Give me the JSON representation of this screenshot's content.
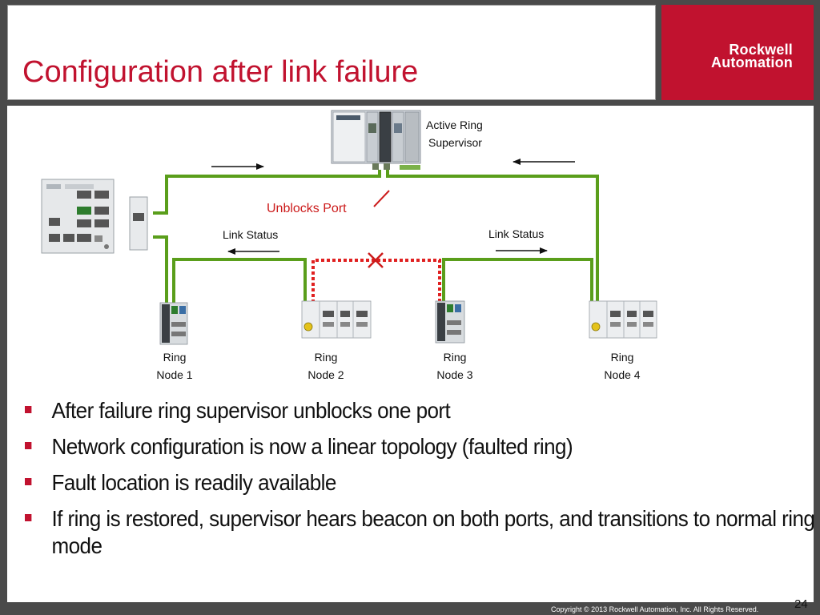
{
  "slide": {
    "title": "Configuration after link failure",
    "number": "24",
    "copyright": "Copyright  © 2013 Rockwell Automation, Inc. All Rights Reserved."
  },
  "logo": {
    "line1": "Rockwell",
    "line2": "Automation"
  },
  "diagram": {
    "supervisor_label_1": "Active Ring",
    "supervisor_label_2": "Supervisor",
    "unblocks_port": "Unblocks Port",
    "link_status_left": "Link Status",
    "link_status_right": "Link Status",
    "nodes": [
      {
        "line1": "Ring",
        "line2": "Node 1"
      },
      {
        "line1": "Ring",
        "line2": "Node 2"
      },
      {
        "line1": "Ring",
        "line2": "Node 3"
      },
      {
        "line1": "Ring",
        "line2": "Node 4"
      }
    ]
  },
  "bullets": [
    "After failure ring supervisor unblocks one port",
    "Network configuration is now a linear topology (faulted ring)",
    "Fault location is readily available",
    "If ring is restored, supervisor hears beacon on both ports, and transitions to normal ring mode"
  ],
  "colors": {
    "accent_red": "#c1122f",
    "link_green": "#5a9e1b",
    "fault_red": "#e02020"
  }
}
